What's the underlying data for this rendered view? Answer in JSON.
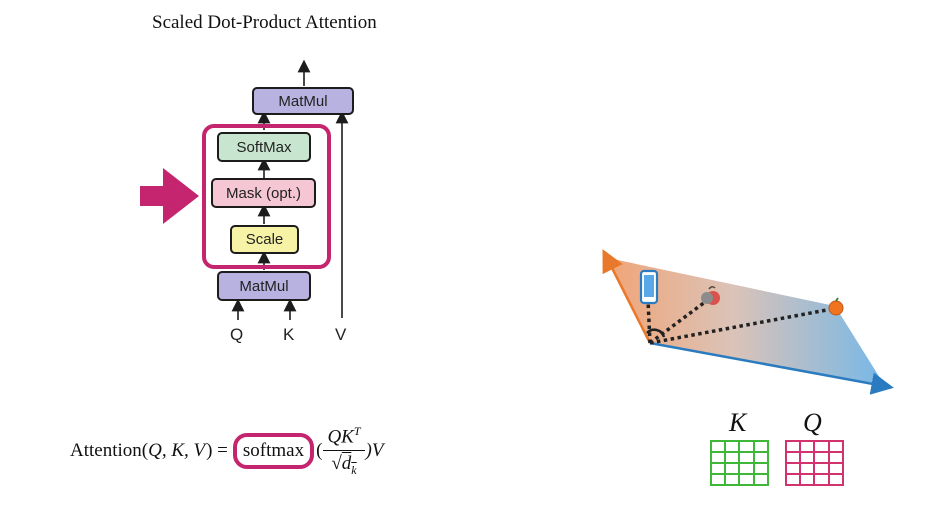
{
  "title": "Scaled Dot-Product Attention",
  "blocks": {
    "matmul_top": "MatMul",
    "softmax": "SoftMax",
    "mask": "Mask (opt.)",
    "scale": "Scale",
    "matmul_bottom": "MatMul"
  },
  "inputs": {
    "q": "Q",
    "k": "K",
    "v": "V"
  },
  "formula": {
    "lhs": "Attention(",
    "args": "Q, K, V",
    "close_eq": ") =",
    "softmax": "softmax",
    "open_paren": "(",
    "numerator": "QK",
    "numerator_sup": "T",
    "denominator_root": "√",
    "denominator": "d",
    "denominator_sub": "k",
    "tail": ")V"
  },
  "matrices": {
    "k_label": "K",
    "q_label": "Q"
  },
  "colors": {
    "highlight": "#c4256e",
    "matmul": "#b8b2e0",
    "softmax": "#c8e6cf",
    "mask": "#f5c6d4",
    "scale": "#f6f3a6",
    "k_matrix": "#3fb83a",
    "q_matrix": "#d2336f",
    "axis_orange": "#e8782a",
    "axis_blue": "#2b7bc0"
  },
  "icons": [
    "arrow-right-icon",
    "phone-icon",
    "apple-icon",
    "orange-icon"
  ]
}
